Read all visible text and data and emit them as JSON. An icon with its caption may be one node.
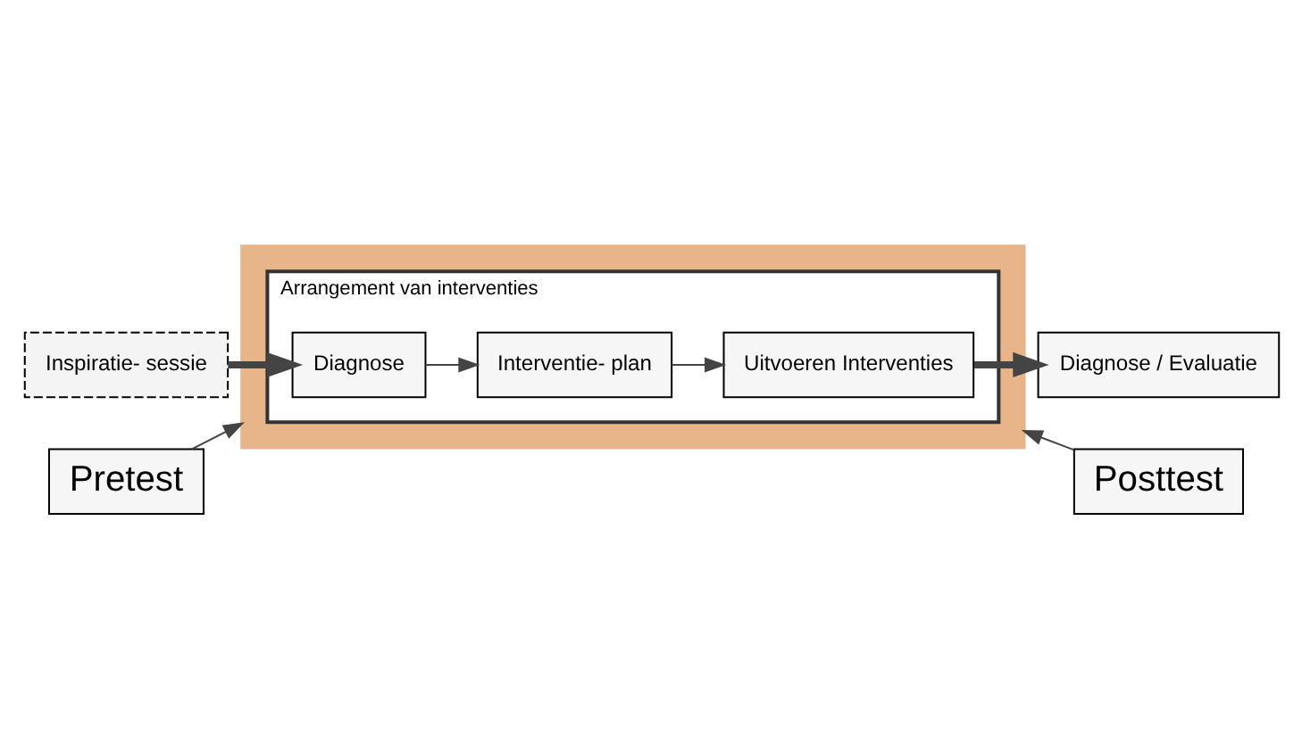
{
  "diagram": {
    "nodes": [
      {
        "text": [],
        "shape": "box"
      },
      {
        "text": [
          "Arrangement van interventies"
        ],
        "in": 0
      },
      {
        "text": [
          "Inspiratie- sessie"
        ]
      },
      {
        "text": [
          "Diagnose"
        ],
        "in": 1
      },
      {
        "text": [
          "Interventie- plan"
        ],
        "in": 1
      },
      {
        "text": [
          "Uitvoeren Interventies"
        ],
        "in": 1
      },
      {
        "text": [
          "Diagnose / Evaluatie"
        ]
      },
      {
        "text": [
          "Pretest"
        ]
      },
      {
        "text": [
          "Posttest"
        ]
      }
    ],
    "edges": [
      {
        "from": 2,
        "to": 3,
        "arrow": "to",
        "style": "thick"
      },
      {
        "from": 3,
        "to": 4,
        "arrow": "to"
      },
      {
        "from": 4,
        "to": 5,
        "arrow": "to"
      },
      {
        "from": 5,
        "to": 6,
        "arrow": "to",
        "style": "thick"
      },
      {
        "from": 7,
        "to": 0,
        "arrow": "to"
      },
      {
        "from": 8,
        "to": 0,
        "arrow": "to"
      }
    ]
  }
}
